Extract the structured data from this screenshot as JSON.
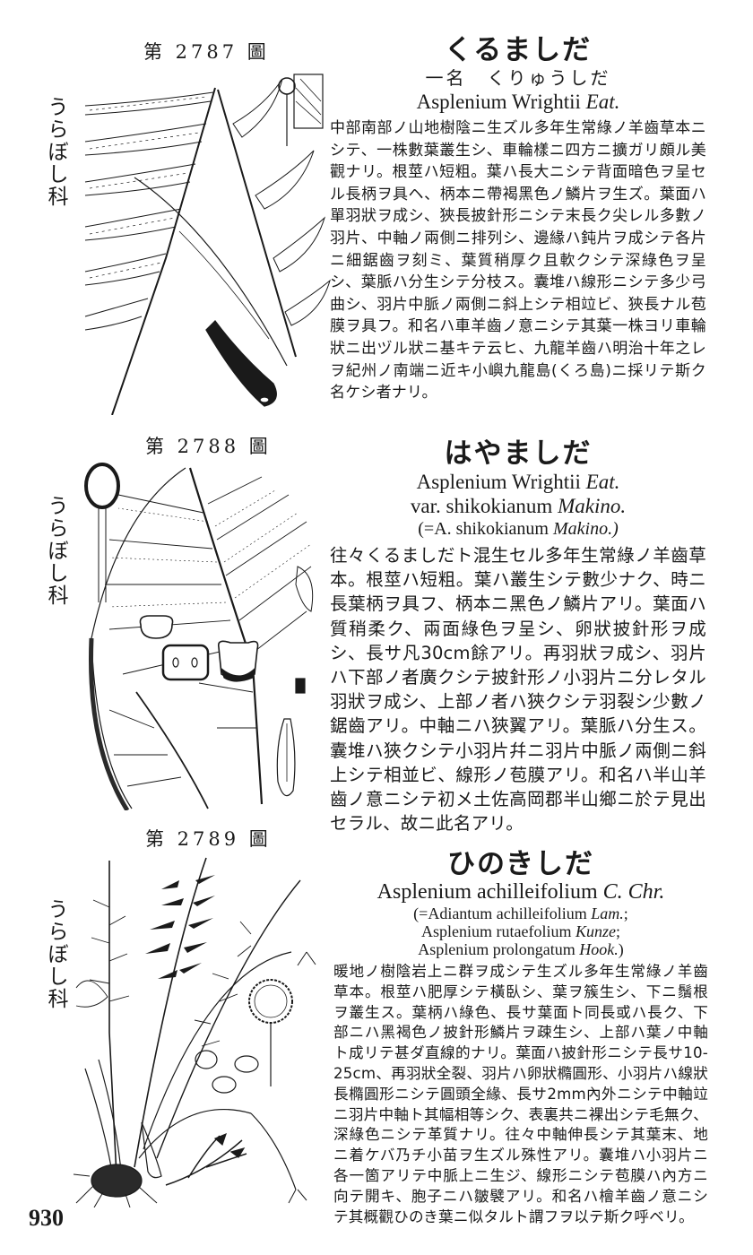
{
  "page": {
    "page_number": "930",
    "family_label": "うらぼし科",
    "paper_color": "#ffffff",
    "ink_color": "#1a1a1a"
  },
  "entries": [
    {
      "figure_label": "第 2787 圖",
      "family": "うらぼし科",
      "japanese_name": "くるましだ",
      "alternate_name": "一名　くりゅうしだ",
      "scientific_name": "Asplenium Wrightii",
      "author": "Eat.",
      "description": "中部南部ノ山地樹陰ニ生ズル多年生常綠ノ羊齒草本ニシテ、一株數葉叢生シ、車輪樣ニ四方ニ擴ガリ頗ル美觀ナリ。根莖ハ短粗。葉ハ長大ニシテ背面暗色ヲ呈セル長柄ヲ具ヘ、柄本ニ帶褐黑色ノ鱗片ヲ生ズ。葉面ハ單羽狀ヲ成シ、狹長披針形ニシテ末長ク尖レル多數ノ羽片、中軸ノ兩側ニ排列シ、邊緣ハ鈍片ヲ成シテ各片ニ細鋸齒ヲ刻ミ、葉質稍厚ク且軟クシテ深綠色ヲ呈シ、葉脈ハ分生シテ分枝ス。囊堆ハ線形ニシテ多少弓曲シ、羽片中脈ノ兩側ニ斜上シテ相竝ビ、狹長ナル苞膜ヲ具フ。和名ハ車羊齒ノ意ニシテ其葉一株ヨリ車輪狀ニ出ヅル狀ニ基キテ云ヒ、九龍羊齒ハ明治十年之レヲ紀州ノ南端ニ近キ小嶼九龍島(くろ島)ニ採リテ斯ク名ケシ者ナリ。"
    },
    {
      "figure_label": "第 2788 圖",
      "family": "うらぼし科",
      "japanese_name": "はやましだ",
      "scientific_name": "Asplenium Wrightii",
      "author": "Eat.",
      "variety": "var. shikokianum",
      "variety_author": "Makino.",
      "synonym": "(=A. shikokianum",
      "synonym_author": "Makino.)",
      "description": "往々くるましだト混生セル多年生常綠ノ羊齒草本。根莖ハ短粗。葉ハ叢生シテ數少ナク、時ニ長葉柄ヲ具フ、柄本ニ黑色ノ鱗片アリ。葉面ハ質稍柔ク、兩面綠色ヲ呈シ、卵狀披針形ヲ成シ、長サ凡30cm餘アリ。再羽狀ヲ成シ、羽片ハ下部ノ者廣クシテ披針形ノ小羽片ニ分レタル羽狀ヲ成シ、上部ノ者ハ狹クシテ羽裂シ少數ノ鋸齒アリ。中軸ニハ狹翼アリ。葉脈ハ分生ス。囊堆ハ狹クシテ小羽片幷ニ羽片中脈ノ兩側ニ斜上シテ相並ビ、線形ノ苞膜アリ。和名ハ半山羊齒ノ意ニシテ初メ土佐高岡郡半山鄉ニ於テ見出セラル、故ニ此名アリ。"
    },
    {
      "figure_label": "第 2789 圖",
      "family": "うらぼし科",
      "japanese_name": "ひのきしだ",
      "scientific_name": "Asplenium achilleifolium",
      "author": "C. Chr.",
      "synonyms": [
        {
          "name": "(=Adiantum achilleifolium",
          "author": "Lam.",
          "sep": ";"
        },
        {
          "name": "Asplenium rutaefolium",
          "author": "Kunze",
          "sep": ";"
        },
        {
          "name": "Asplenium prolongatum",
          "author": "Hook.",
          "sep": ")"
        }
      ],
      "description": "暖地ノ樹陰岩上ニ群ヲ成シテ生ズル多年生常綠ノ羊齒草本。根莖ハ肥厚シテ橫臥シ、葉ヲ簇生シ、下ニ鬚根ヲ叢生ス。葉柄ハ綠色、長サ葉面ト同長或ハ長ク、下部ニハ黑褐色ノ披針形鱗片ヲ疎生シ、上部ハ葉ノ中軸ト成リテ甚ダ直線的ナリ。葉面ハ披針形ニシテ長サ10-25cm、再羽狀全裂、羽片ハ卵狀橢圓形、小羽片ハ線狀長橢圓形ニシテ圓頭全緣、長サ2mm內外ニシテ中軸竝ニ羽片中軸ト其幅相等シク、表裏共ニ裸出シテ毛無ク、深綠色ニシテ革質ナリ。往々中軸伸長シテ其葉末、地ニ着ケバ乃チ小苗ヲ生ズル殊性アリ。囊堆ハ小羽片ニ各一箇アリテ中脈上ニ生ジ、線形ニシテ苞膜ハ內方ニ向テ開キ、胞子ニハ皺襞アリ。和名ハ檜羊齒ノ意ニシテ其概觀ひのき葉ニ似タルト謂フヲ以テ斯ク呼ベリ。"
    }
  ],
  "illustrations": [
    {
      "id": "fig-2787",
      "icon": "fern-frond-illustration",
      "subject": "Asplenium Wrightii frond with sporangium and sorus detail"
    },
    {
      "id": "fig-2788",
      "icon": "fern-frond-illustration",
      "subject": "bipinnate frond with pinnule cross-sections and sporangium"
    },
    {
      "id": "fig-2789",
      "icon": "fern-plant-illustration",
      "subject": "whole plant with rhizome, sporangium, spores, pinna detail"
    }
  ]
}
